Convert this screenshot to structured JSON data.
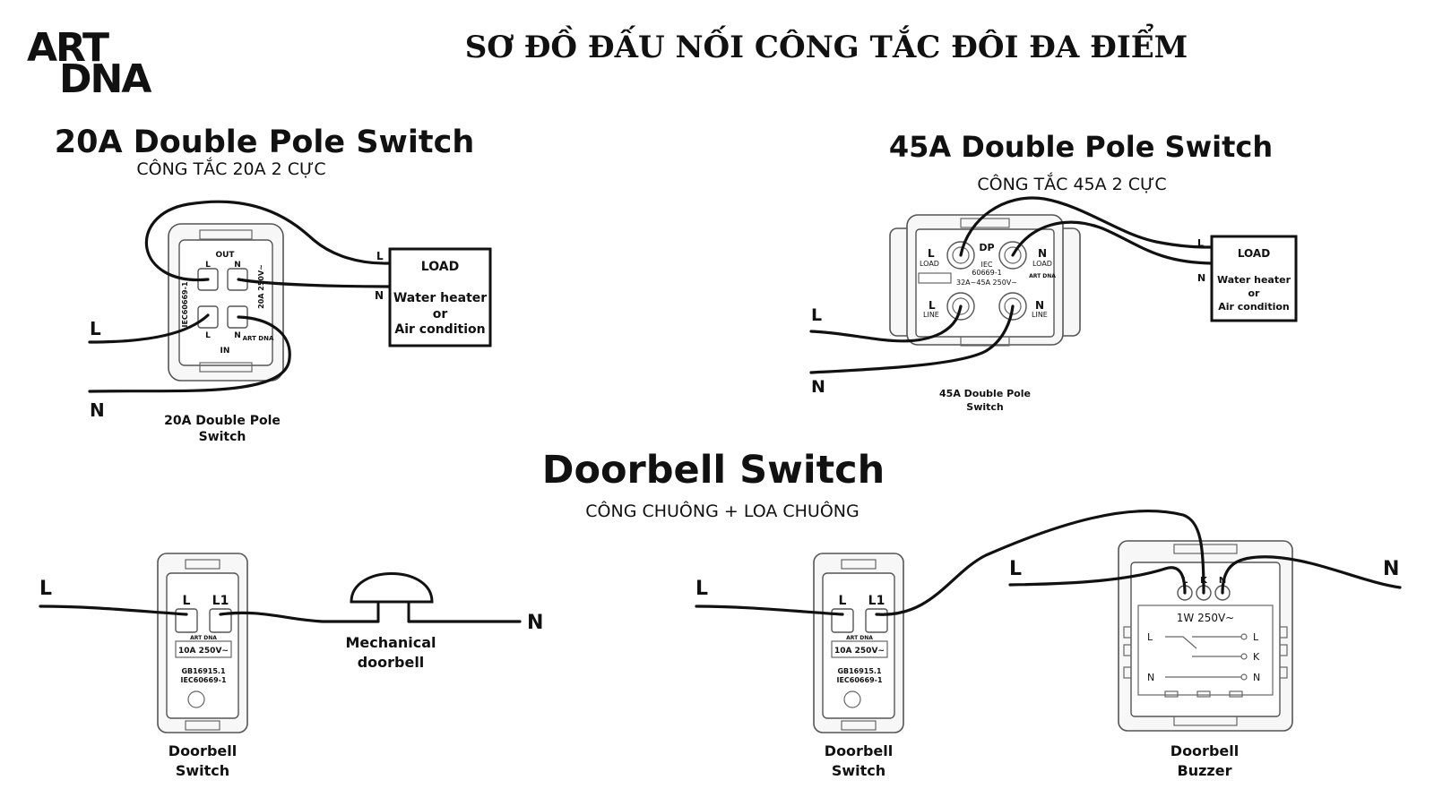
{
  "logo": {
    "text_line1": "ART",
    "text_line2": "DNA"
  },
  "page_title": "SƠ ĐỒ ĐẤU NỐI CÔNG TẮC ĐÔI ĐA ĐIỂM",
  "section_20a": {
    "title": "20A Double Pole Switch",
    "subtitle": "CÔNG TẮC 20A 2 CỰC",
    "caption_line1": "20A Double Pole",
    "caption_line2": "Switch",
    "line_label": "L",
    "neutral_label": "N",
    "device_top_label": "OUT",
    "device_bottom_label": "IN",
    "terminal_l": "L",
    "terminal_n": "N",
    "side_text_left": "IEC60669-1",
    "side_text_right": "20A 250V~",
    "device_brand": "ART DNA",
    "load": {
      "title": "LOAD",
      "line1": "Water heater",
      "line2": "or",
      "line3": "Air condition",
      "input_l": "L",
      "input_n": "N"
    }
  },
  "section_45a": {
    "title": "45A Double Pole Switch",
    "subtitle": "CÔNG TẮC 45A 2 CỰC",
    "caption_line1": "45A Double Pole",
    "caption_line2": "Switch",
    "line_label": "L",
    "neutral_label": "N",
    "device_badge": "DP",
    "device_standard_1": "IEC",
    "device_standard_2": "60669-1",
    "device_rating": "32A~45A  250V~",
    "device_brand": "ART DNA",
    "terminal_l_load": "L",
    "terminal_n_load": "N",
    "terminal_load_word": "LOAD",
    "terminal_l_line": "L",
    "terminal_n_line": "N",
    "terminal_line_word": "LINE",
    "load": {
      "title": "LOAD",
      "line1": "Water heater",
      "line2": "or",
      "line3": "Air condition",
      "input_l": "L",
      "input_n": "N"
    }
  },
  "section_doorbell": {
    "title": "Doorbell Switch",
    "subtitle": "CÔNG CHUÔNG + LOA CHUÔNG",
    "left": {
      "line_label": "L",
      "neutral_label": "N",
      "switch_caption_line1": "Doorbell",
      "switch_caption_line2": "Switch",
      "bell_caption_line1": "Mechanical",
      "bell_caption_line2": "doorbell",
      "terminal_1": "L",
      "terminal_2": "L1",
      "rating": "10A 250V~",
      "std_1": "GB16915.1",
      "std_2": "IEC60669-1",
      "brand": "ART DNA"
    },
    "right": {
      "line_label": "L",
      "neutral_label": "N",
      "switch_caption_line1": "Doorbell",
      "switch_caption_line2": "Switch",
      "buzzer_caption_line1": "Doorbell",
      "buzzer_caption_line2": "Buzzer",
      "terminal_1": "L",
      "terminal_2": "L1",
      "rating": "10A 250V~",
      "std_1": "GB16915.1",
      "std_2": "IEC60669-1",
      "brand": "ART DNA",
      "buzzer_terminals": [
        "L",
        "K",
        "N"
      ],
      "buzzer_rating": "1W 250V~",
      "buzzer_left_labels": [
        "L",
        "N"
      ],
      "buzzer_right_labels": [
        "L",
        "K",
        "N"
      ]
    }
  }
}
